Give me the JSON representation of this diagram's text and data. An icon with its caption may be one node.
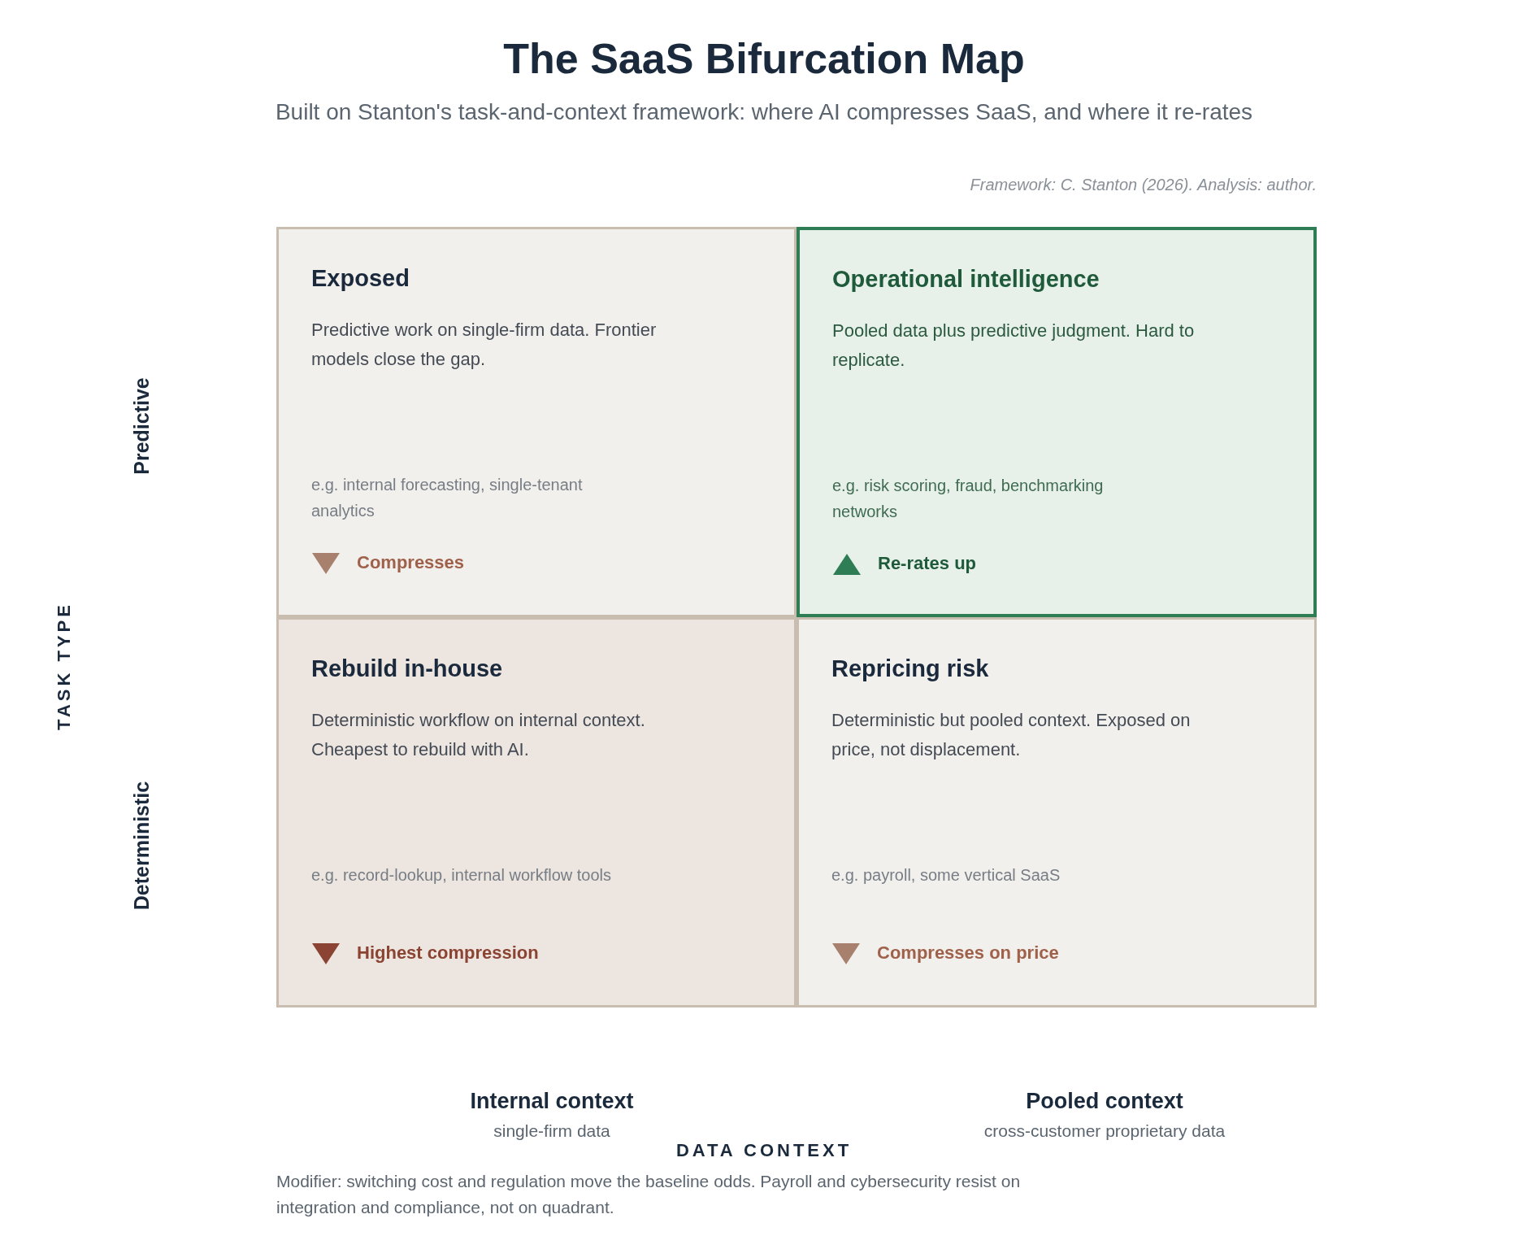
{
  "diagram": {
    "title": "The SaaS Bifurcation Map",
    "nodes": [
      {
        "text": [
          "Exposed",
          "Predictive work on single-firm data. Frontier models close the gap.",
          "e.g. internal forecasting, single-tenant analytics",
          "Compresses"
        ]
      },
      {
        "text": [
          "Operational intelligence",
          "Pooled data plus predictive judgment. Hard to replicate.",
          "e.g. risk scoring, fraud, benchmarking networks",
          "Re-rates up"
        ]
      },
      {
        "text": [
          "Rebuild in-house",
          "Deterministic workflow on internal context. Cheapest to rebuild with AI.",
          "e.g. record-lookup, internal workflow tools",
          "Highest compression"
        ]
      },
      {
        "text": [
          "Repricing risk",
          "Deterministic but pooled context. Exposed on price, not displacement.",
          "e.g. payroll, some vertical SaaS",
          "Compresses on price"
        ]
      }
    ],
    "labels": [
      "Built on Stanton's task-and-context framework: where AI compresses SaaS, and where it re-rates",
      "Framework: C. Stanton (2026). Analysis: author.",
      "Predictive",
      "TASK TYPE",
      "Deterministic",
      "Internal context",
      "single-firm data",
      "Pooled context",
      "cross-customer proprietary data",
      "DATA CONTEXT",
      "Modifier: switching cost and regulation move the baseline odds. Payroll and cybersecurity resist on integration and compliance, not on quadrant."
    ]
  }
}
